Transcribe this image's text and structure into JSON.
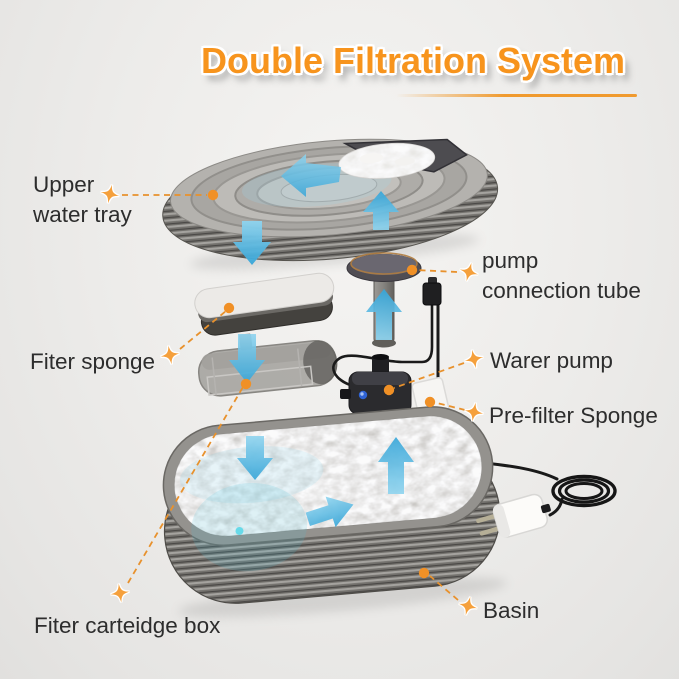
{
  "title": "Double Filtration System",
  "callouts": {
    "upper_water_tray": {
      "lines": [
        "Upper",
        "water tray"
      ]
    },
    "pump_connection_tube": {
      "lines": [
        "pump",
        "connection tube"
      ]
    },
    "filter_sponge": {
      "lines": [
        "Fiter sponge"
      ]
    },
    "water_pump": {
      "lines": [
        "Warer pump"
      ]
    },
    "pre_filter_sponge": {
      "lines": [
        "Pre-filter Sponge"
      ]
    },
    "filter_cartridge_box": {
      "lines": [
        "Fiter carteidge box"
      ]
    },
    "basin": {
      "lines": [
        "Basin"
      ]
    }
  },
  "colors": {
    "title_orange": "#F7941D",
    "callout_orange": "#F09026",
    "dashed_line_orange": "#E8912C",
    "flow_arrow_blue": "#55B9E6",
    "label_text": "#2D2D2D",
    "background": "#ECEBE9"
  }
}
